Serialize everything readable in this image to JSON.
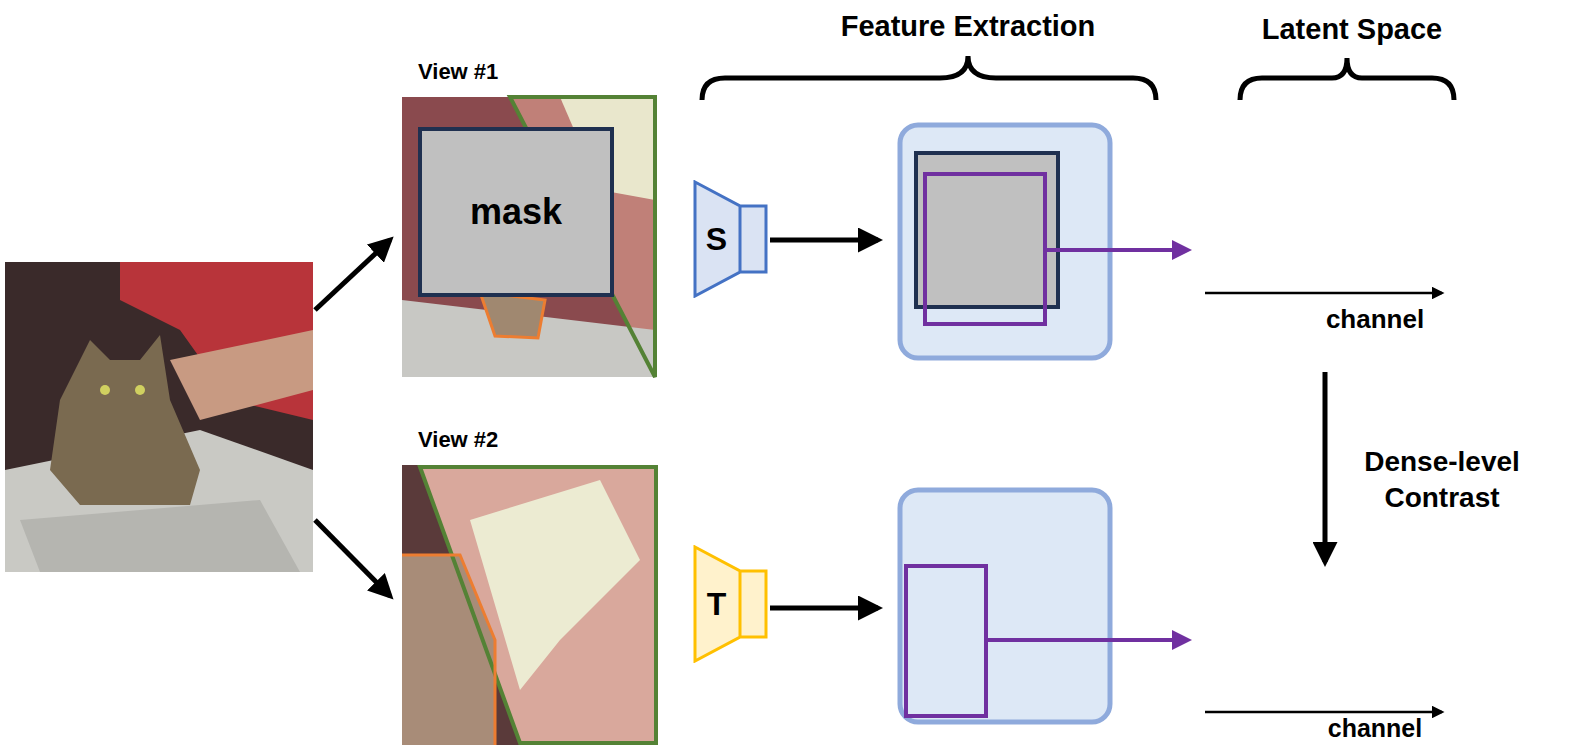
{
  "diagram": {
    "nodes": [
      {
        "text": [
          "View #1"
        ]
      },
      {
        "text": [
          "mask"
        ],
        "in": 0
      },
      {
        "text": [
          "View #2"
        ]
      },
      {
        "text": [
          "S"
        ]
      },
      {
        "text": [
          "T"
        ]
      }
    ],
    "labels": [
      "Feature Extraction",
      "Latent Space",
      "channel",
      "channel",
      "Dense-level Contrast"
    ]
  }
}
